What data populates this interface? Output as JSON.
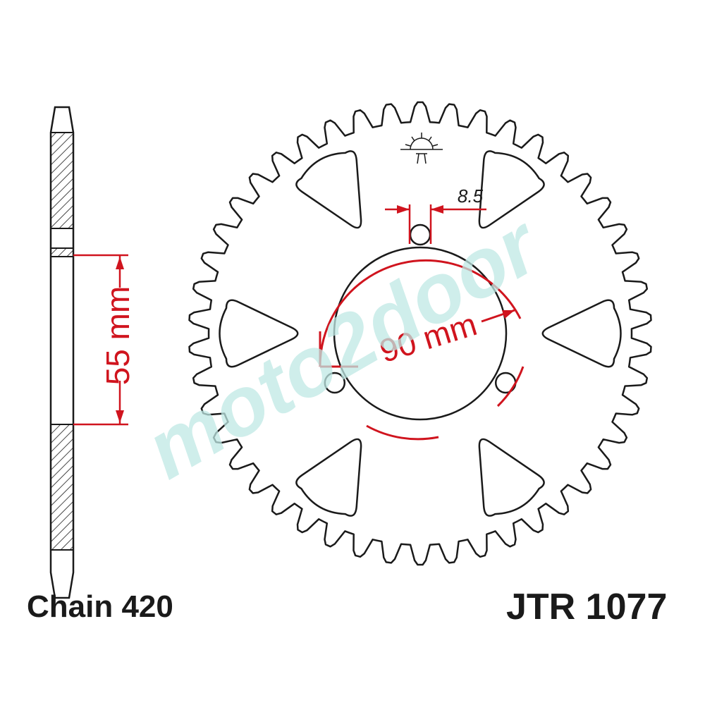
{
  "side_view": {
    "hub_dimension_label": "55 mm",
    "chain_label": "Chain 420"
  },
  "front_view": {
    "bolt_hole_label": "8.5",
    "bolt_circle_label": "90 mm",
    "part_number": "JTR 1077"
  },
  "watermark": {
    "text": "moto2door"
  },
  "colors": {
    "outline": "#1a1a1a",
    "dimension": "#d0141e",
    "watermark": "#bfe8e4"
  }
}
